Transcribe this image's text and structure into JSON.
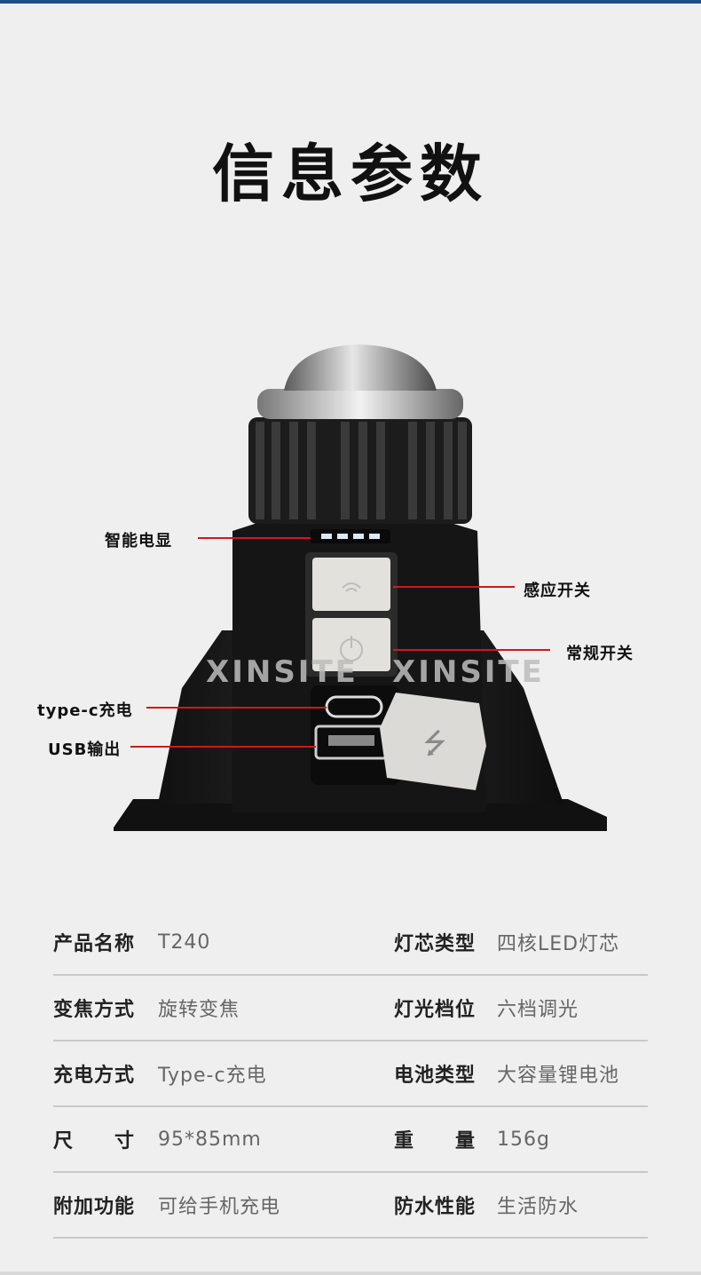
{
  "title": "信息参数",
  "watermark": "XINSITE",
  "callouts": {
    "battery_display": "智能电显",
    "sensor_switch": "感应开关",
    "normal_switch": "常规开关",
    "typec_charge": "type-c充电",
    "usb_output": "USB输出"
  },
  "specs": [
    {
      "k1": "产品名称",
      "v1": "T240",
      "k2": "灯芯类型",
      "v2": "四核LED灯芯"
    },
    {
      "k1": "变焦方式",
      "v1": "旋转变焦",
      "k2": "灯光档位",
      "v2": "六档调光"
    },
    {
      "k1": "充电方式",
      "v1": "Type-c充电",
      "k2": "电池类型",
      "v2": "大容量锂电池"
    },
    {
      "k1": "尺　　寸",
      "v1": "95*85mm",
      "k2": "重　　量",
      "v2": "156g"
    },
    {
      "k1": "附加功能",
      "v1": "可给手机充电",
      "k2": "防水性能",
      "v2": "生活防水"
    }
  ],
  "colors": {
    "accent": "#1f4e8c",
    "callout_line": "#d01818"
  }
}
